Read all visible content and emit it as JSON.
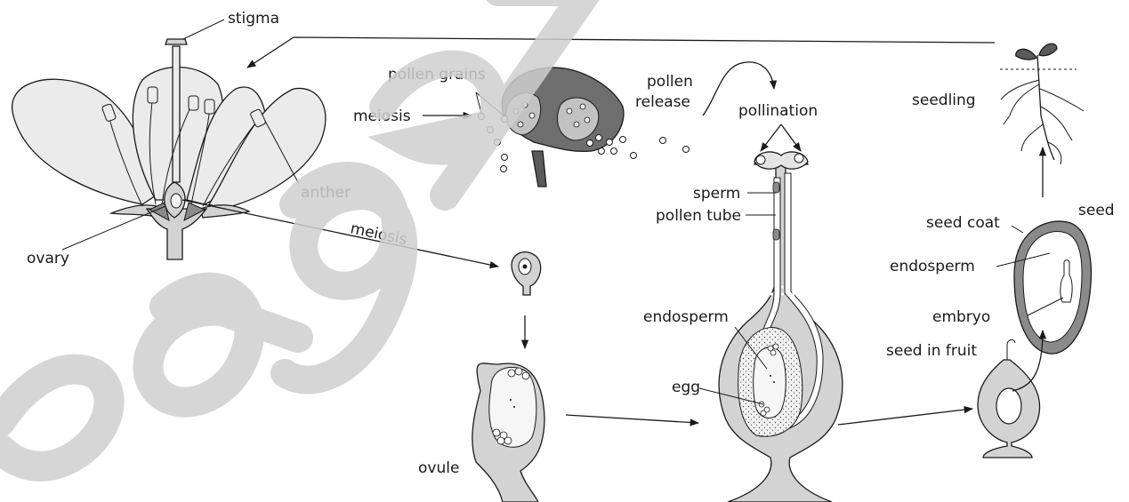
{
  "labels": {
    "stigma": "stigma",
    "pollen_grains": "pollen grains",
    "meiosis_upper": "meiosis",
    "anther": "anther",
    "ovary": "ovary",
    "meiosis_lower": "meiosis",
    "pollen_release_line1": "pollen",
    "pollen_release_line2": "release",
    "pollination": "pollination",
    "sperm": "sperm",
    "pollen_tube": "pollen tube",
    "endosperm_center": "endosperm",
    "egg": "egg",
    "ovule": "ovule",
    "seedling": "seedling",
    "seed": "seed",
    "seed_coat": "seed coat",
    "endosperm_right": "endosperm",
    "embryo": "embryo",
    "seed_in_fruit": "seed in fruit"
  },
  "colors": {
    "petal": "#ebebeb",
    "tissue": "#d3d3d3",
    "dark_tissue": "#8a8a8a",
    "anther_dark": "#5a5a5a",
    "watermark": "#cfcfcf",
    "line": "#1a1a1a"
  }
}
